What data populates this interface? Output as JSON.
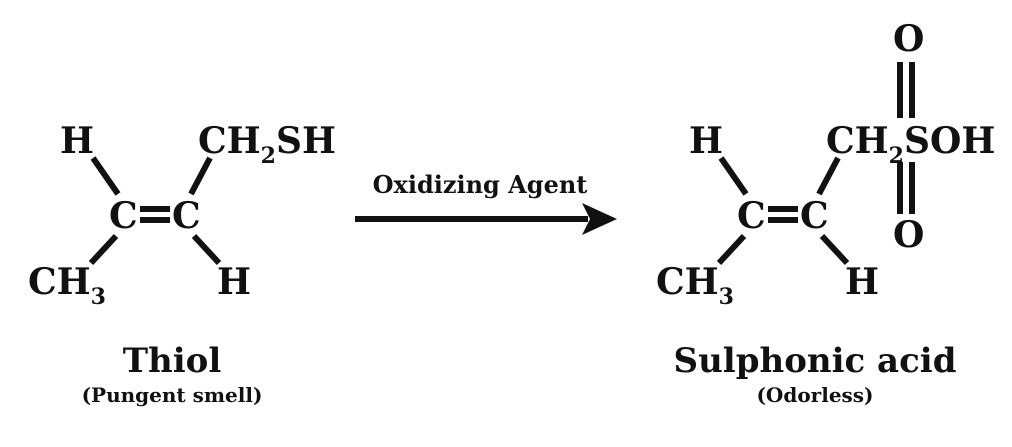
{
  "reactant": {
    "atoms": {
      "h_top": "H",
      "ch2sh_prefix": "CH",
      "ch2sh_sub": "2",
      "ch2sh_suffix": "SH",
      "c_left": "C",
      "c_right": "C",
      "ch3_prefix": "CH",
      "ch3_sub": "3",
      "h_bottom": "H"
    },
    "name": "Thiol",
    "note": "(Pungent smell)"
  },
  "reagent": {
    "label": "Oxidizing Agent"
  },
  "product": {
    "atoms": {
      "o_top": "O",
      "h_top": "H",
      "ch2_prefix": "CH",
      "ch2_sub": "2",
      "soh": "SOH",
      "c_left": "C",
      "c_right": "C",
      "o_bottom": "O",
      "ch3_prefix": "CH",
      "ch3_sub": "3",
      "h_bottom": "H"
    },
    "name": "Sulphonic acid",
    "note": "(Odorless)"
  },
  "colors": {
    "ink": "#111111",
    "background": "#ffffff"
  }
}
